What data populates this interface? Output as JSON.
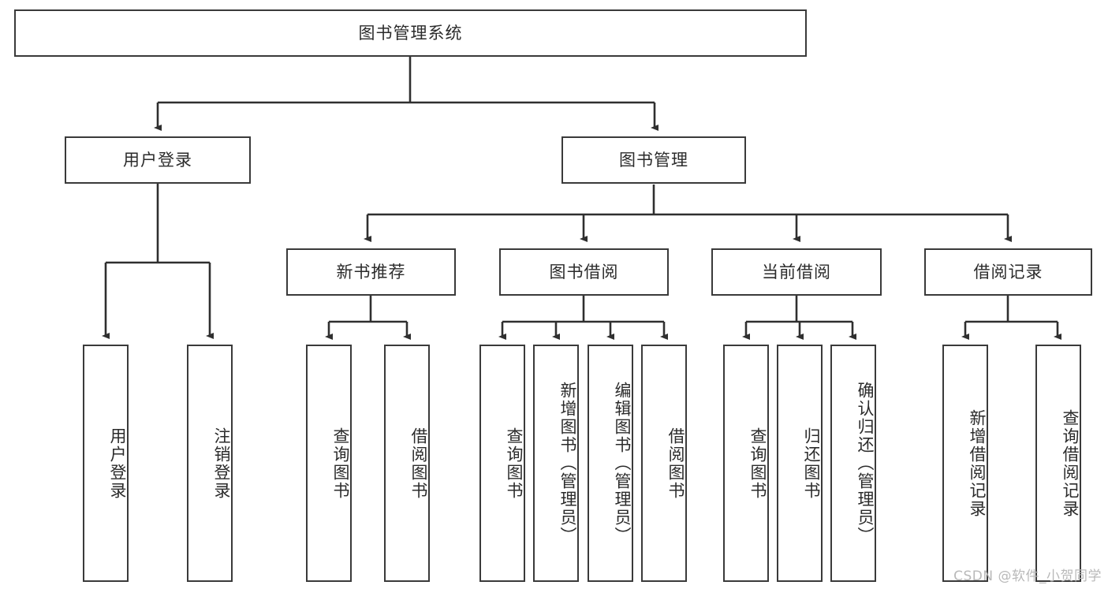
{
  "diagram": {
    "type": "tree",
    "title": "图书管理系统",
    "root": {
      "id": "root",
      "label": "图书管理系统"
    },
    "level1": [
      {
        "id": "user-login",
        "label": "用户登录"
      },
      {
        "id": "book-manage",
        "label": "图书管理"
      }
    ],
    "level2": [
      {
        "id": "new-book-recommend",
        "label": "新书推荐",
        "parent": "book-manage"
      },
      {
        "id": "book-borrow",
        "label": "图书借阅",
        "parent": "book-manage"
      },
      {
        "id": "current-borrow",
        "label": "当前借阅",
        "parent": "book-manage"
      },
      {
        "id": "borrow-record",
        "label": "借阅记录",
        "parent": "book-manage"
      }
    ],
    "leaves": [
      {
        "id": "leaf-user-login",
        "label": "用户登录",
        "parent": "user-login"
      },
      {
        "id": "leaf-user-logout",
        "label": "注销登录",
        "parent": "user-login"
      },
      {
        "id": "leaf-query-book-1",
        "label": "查询图书",
        "parent": "new-book-recommend"
      },
      {
        "id": "leaf-borrow-book-1",
        "label": "借阅图书",
        "parent": "new-book-recommend"
      },
      {
        "id": "leaf-query-book-2",
        "label": "查询图书",
        "parent": "book-borrow"
      },
      {
        "id": "leaf-add-book",
        "label": "新增图书（管理员）",
        "parent": "book-borrow"
      },
      {
        "id": "leaf-edit-book",
        "label": "编辑图书（管理员）",
        "parent": "book-borrow"
      },
      {
        "id": "leaf-borrow-book-2",
        "label": "借阅图书",
        "parent": "book-borrow"
      },
      {
        "id": "leaf-query-book-3",
        "label": "查询图书",
        "parent": "current-borrow"
      },
      {
        "id": "leaf-return-book",
        "label": "归还图书",
        "parent": "current-borrow"
      },
      {
        "id": "leaf-confirm-return",
        "label": "确认归还（管理员）",
        "parent": "current-borrow"
      },
      {
        "id": "leaf-add-record",
        "label": "新增借阅记录",
        "parent": "borrow-record"
      },
      {
        "id": "leaf-query-record",
        "label": "查询借阅记录",
        "parent": "borrow-record"
      }
    ],
    "colors": {
      "stroke": "#3a3a3a",
      "fill": "#ffffff",
      "text": "#2b2b2b",
      "watermark": "#b9b9b9"
    }
  },
  "watermark": {
    "text": "CSDN @软件_小贺同学"
  }
}
